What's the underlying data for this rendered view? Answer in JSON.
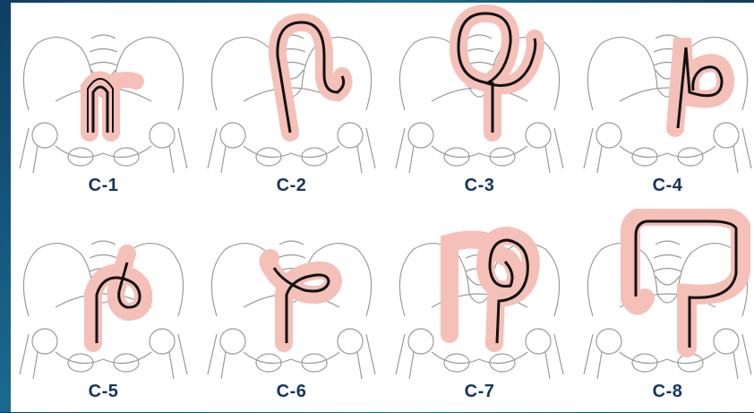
{
  "colors": {
    "background_dark": "#0f3e63",
    "sheet": "#ffffff",
    "label": "#16345c",
    "pelvis_outline": "#9a9a9a",
    "colon_fill": "#f4c0b8",
    "scope_line": "#111111"
  },
  "panels": [
    {
      "label": "C-1"
    },
    {
      "label": "C-2"
    },
    {
      "label": "C-3"
    },
    {
      "label": "C-4"
    },
    {
      "label": "C-5"
    },
    {
      "label": "C-6"
    },
    {
      "label": "C-7"
    },
    {
      "label": "C-8"
    }
  ]
}
